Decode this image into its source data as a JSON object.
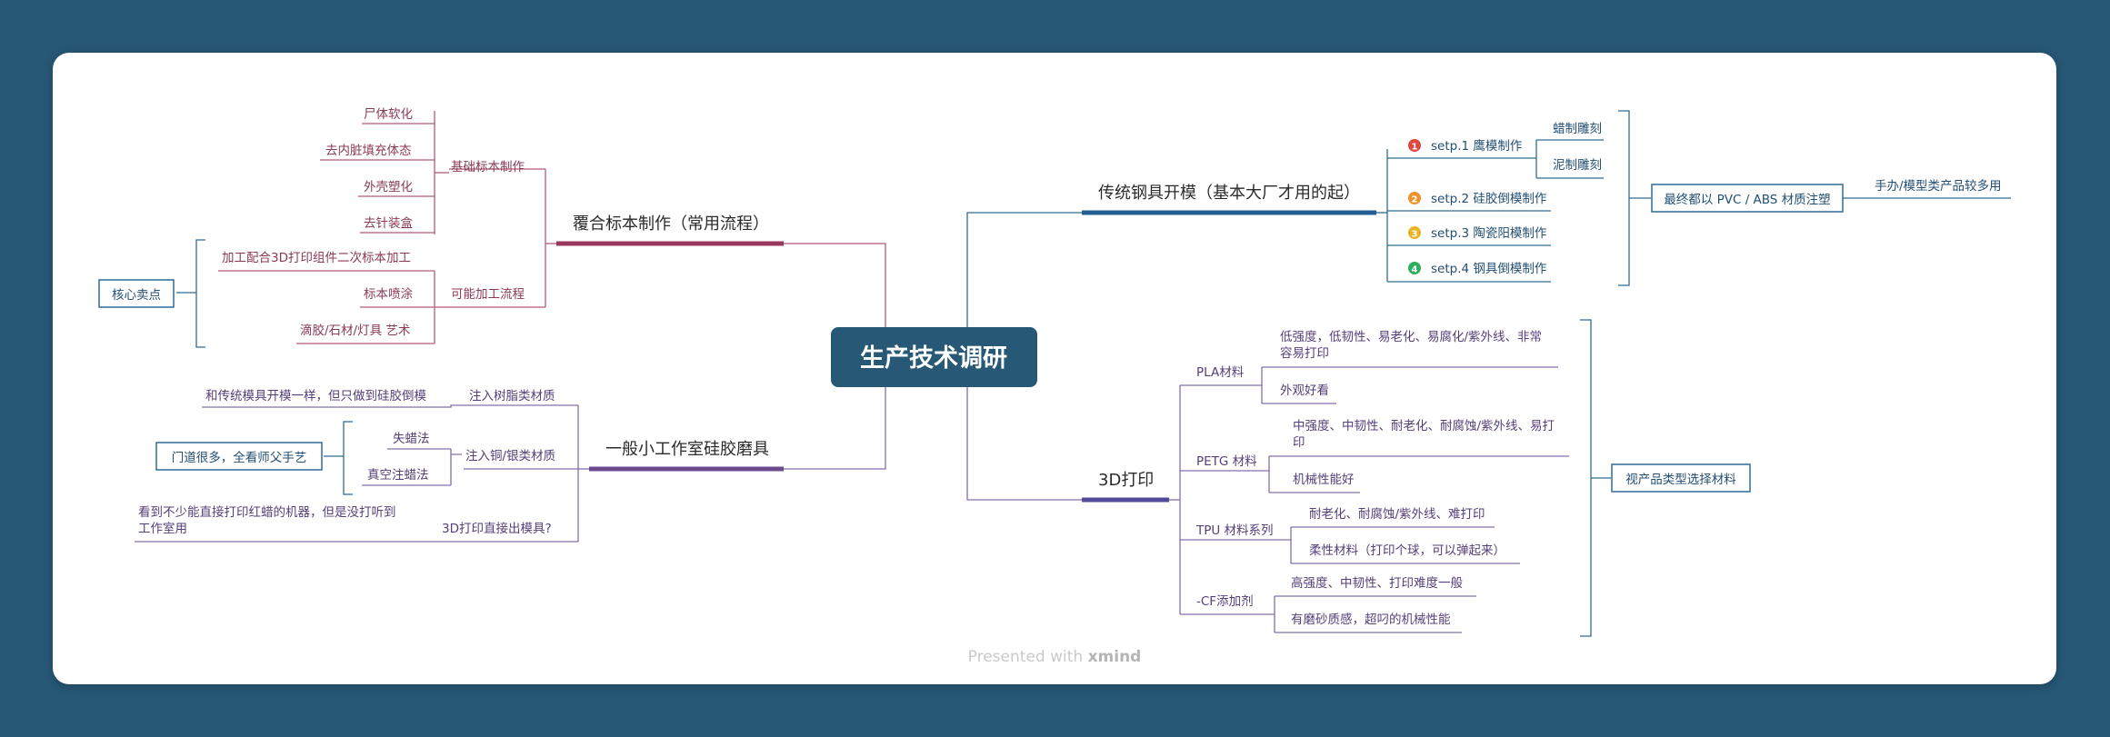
{
  "central": {
    "title": "生产技术调研"
  },
  "left": {
    "coat": {
      "title": "覆合标本制作（常用流程）",
      "basic": {
        "label": "基础标本制作",
        "items": [
          "尸体软化",
          "去内脏填充体态",
          "外壳塑化",
          "去针装盒"
        ]
      },
      "process": {
        "label": "可能加工流程",
        "items": [
          "加工配合3D打印组件二次标本加工",
          "标本喷涂",
          "滴胶/石材/灯具 艺术"
        ]
      },
      "summary": "核心卖点"
    },
    "silicone": {
      "title": "一般小工作室硅胶磨具",
      "resin": {
        "label": "注入树脂类材质",
        "items": [
          "和传统模具开模一样，但只做到硅胶倒模"
        ]
      },
      "metal": {
        "label": "注入铜/银类材质",
        "items": [
          "失蜡法",
          "真空注蜡法"
        ]
      },
      "print3d": {
        "label": "3D打印直接出模具?",
        "items": [
          "看到不少能直接打印红蜡的机器，但是没打听到",
          "工作室用"
        ]
      },
      "summary": "门道很多，全看师父手艺"
    }
  },
  "right": {
    "steel": {
      "title": "传统钢具开模（基本大厂才用的起）",
      "steps": [
        {
          "badge": "1",
          "color": "#e2473f",
          "label": "setp.1 鹰模制作"
        },
        {
          "badge": "2",
          "color": "#f0922b",
          "label": "setp.2 硅胶倒模制作"
        },
        {
          "badge": "3",
          "color": "#e9b421",
          "label": "setp.3 陶瓷阳模制作"
        },
        {
          "badge": "4",
          "color": "#2fae5f",
          "label": "setp.4 钢具倒模制作"
        }
      ],
      "sub": [
        "蜡制雕刻",
        "泥制雕刻"
      ],
      "summary": "最终都以 PVC / ABS 材质注塑",
      "tail": "手办/模型类产品较多用"
    },
    "printing": {
      "title": "3D打印",
      "materials": [
        {
          "label": "PLA材料",
          "items": [
            "低强度，低韧性、易老化、易腐化/紫外线、非常",
            "容易打印",
            "外观好看"
          ]
        },
        {
          "label": "PETG 材料",
          "items": [
            "中强度、中韧性、耐老化、耐腐蚀/紫外线、易打",
            "印",
            "机械性能好"
          ]
        },
        {
          "label": "TPU 材料系列",
          "items": [
            "耐老化、耐腐蚀/紫外线、难打印",
            "柔性材料（打印个球，可以弹起来）"
          ]
        },
        {
          "label": "-CF添加剂",
          "items": [
            "高强度、中韧性、打印难度一般",
            "有磨砂质感，超叼的机械性能"
          ]
        }
      ],
      "summary": "视产品类型选择材料"
    }
  },
  "footer": {
    "prefix": "Presented with ",
    "brand": "xmind"
  }
}
